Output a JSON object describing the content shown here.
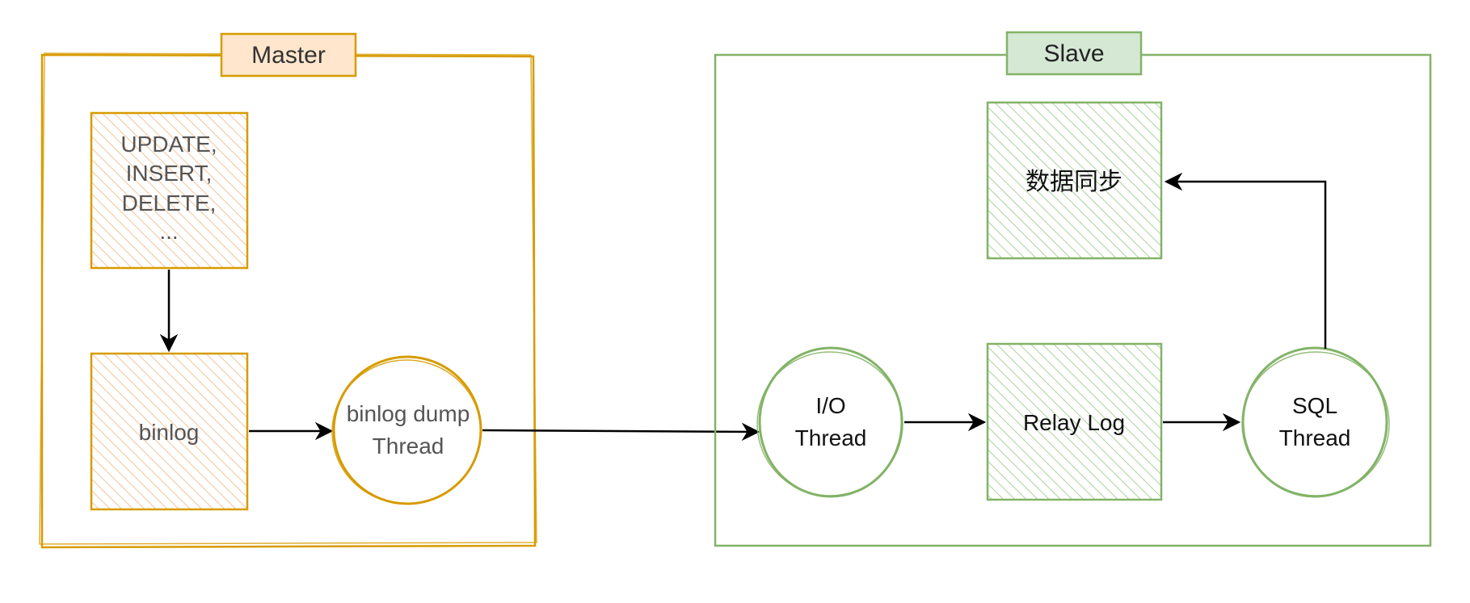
{
  "master": {
    "title": "Master",
    "stroke": "#d79b00",
    "fill": "#ffe6cc",
    "tag_fill": "#ffe6cc",
    "sql_ops": {
      "lines": [
        "UPDATE,",
        "INSERT,",
        "DELETE,",
        "..."
      ]
    },
    "binlog": {
      "label": "binlog"
    },
    "dump_thread": {
      "lines": [
        "binlog dump",
        "Thread"
      ]
    }
  },
  "slave": {
    "title": "Slave",
    "stroke": "#82b366",
    "fill": "#d5e8d4",
    "tag_fill": "#d5e8d4",
    "io_thread": {
      "lines": [
        "I/O",
        "Thread"
      ]
    },
    "relay_log": {
      "label": "Relay Log"
    },
    "sql_thread": {
      "lines": [
        "SQL",
        "Thread"
      ]
    },
    "data_sync": {
      "label": "数据同步"
    }
  },
  "colors": {
    "text_gray": "#555555",
    "text_dark": "#111111",
    "arrow": "#000000"
  }
}
